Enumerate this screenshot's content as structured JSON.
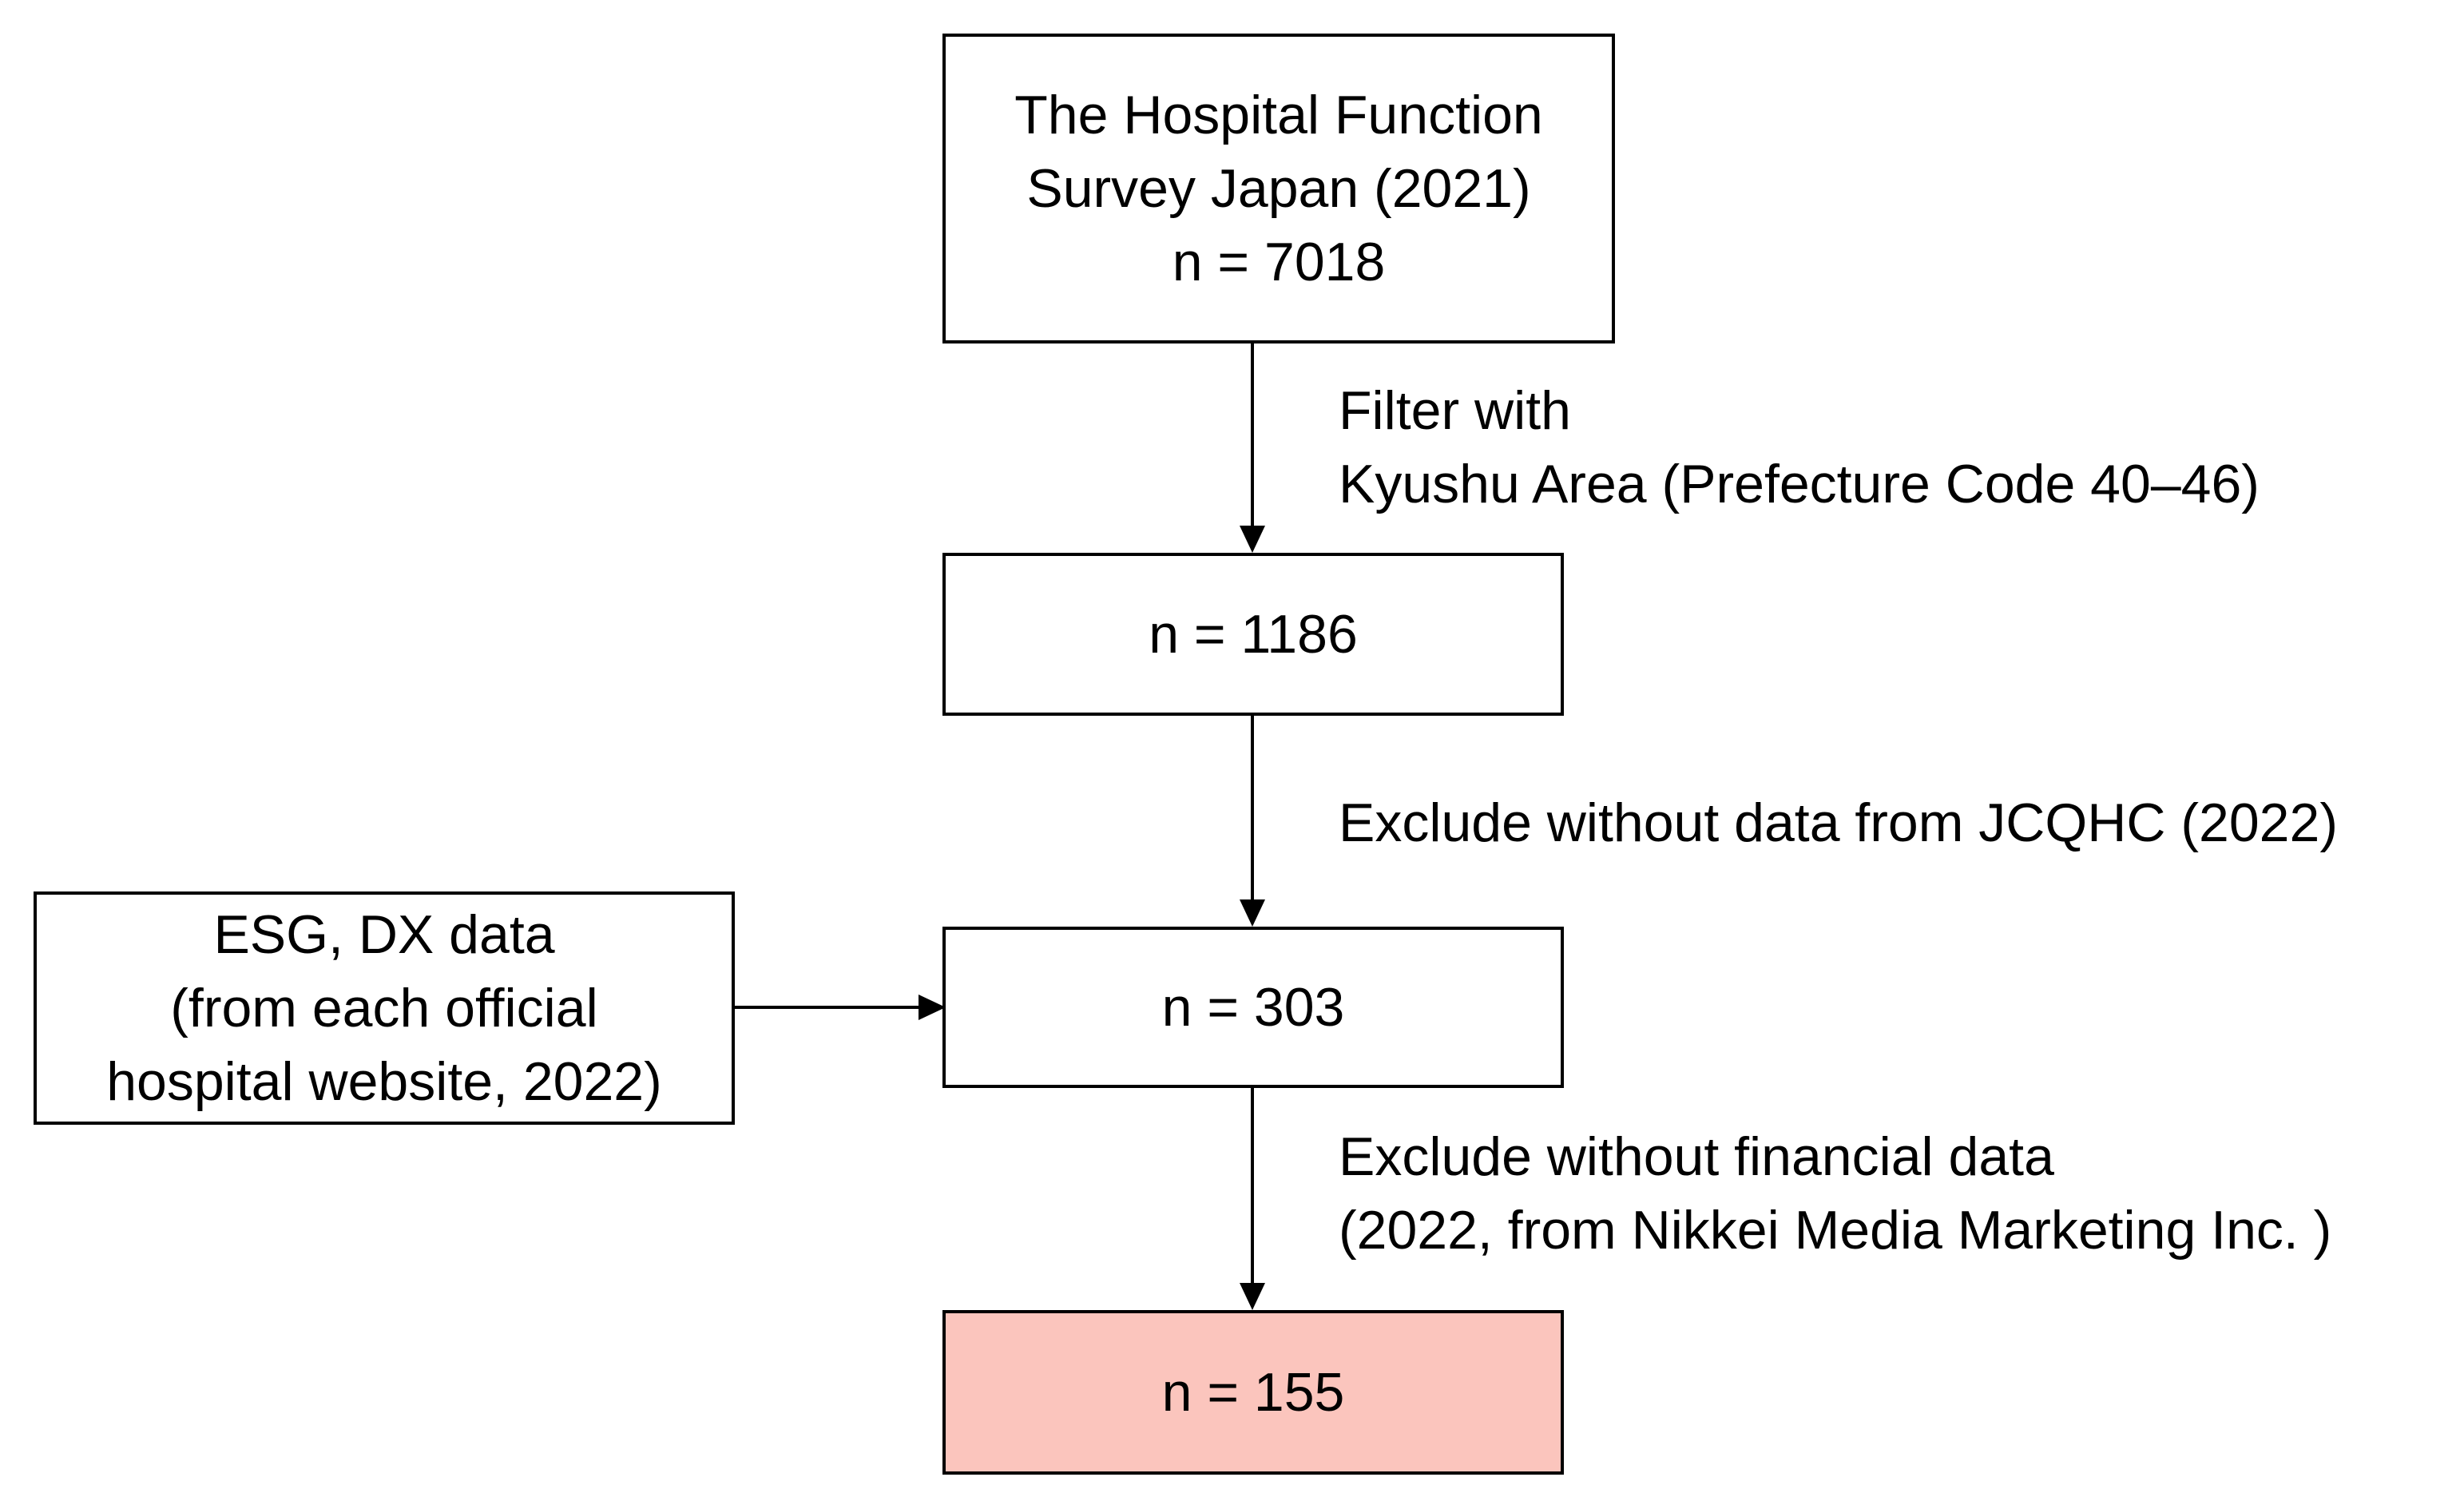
{
  "colors": {
    "border": "#000000",
    "box_fill": "#ffffff",
    "final_fill": "#fbc5bd",
    "text": "#000000"
  },
  "boxes": {
    "survey": {
      "lines": [
        "The Hospital Function",
        "Survey Japan (2021)",
        "n = 7018"
      ]
    },
    "kyushu": {
      "text": "n = 1186"
    },
    "jcqhc": {
      "text": "n = 303"
    },
    "final": {
      "text": "n = 155"
    },
    "esg": {
      "lines": [
        "ESG, DX data",
        "(from each official",
        "hospital website, 2022)"
      ]
    }
  },
  "steps": {
    "filter": {
      "lines": [
        "Filter with",
        "Kyushu Area (Prefecture Code 40–46)"
      ]
    },
    "exclude_jcqhc": {
      "lines": [
        "Exclude without data from JCQHC (2022)"
      ]
    },
    "exclude_financial": {
      "lines": [
        "Exclude without financial data",
        "(2022, from Nikkei Media Marketing Inc. )"
      ]
    }
  }
}
